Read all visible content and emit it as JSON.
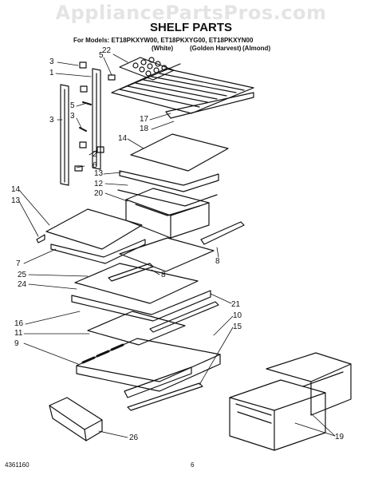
{
  "watermark": "AppliancePartsPros.com",
  "title": "SHELF PARTS",
  "models_line": "For Models: ET18PKXYW00, ET18PKXYG00, ET18PKXYN00",
  "variants": [
    "(White)",
    "(Golden Harvest)",
    "(Almond)"
  ],
  "footer": {
    "doc_number": "4361160",
    "page": "6"
  },
  "callouts": [
    "3",
    "5",
    "1",
    "22",
    "5",
    "3",
    "3",
    "2",
    "6",
    "17",
    "18",
    "14",
    "13",
    "12",
    "20",
    "14",
    "13",
    "8",
    "7",
    "25",
    "8",
    "24",
    "21",
    "16",
    "10",
    "15",
    "11",
    "9",
    "19",
    "26"
  ]
}
